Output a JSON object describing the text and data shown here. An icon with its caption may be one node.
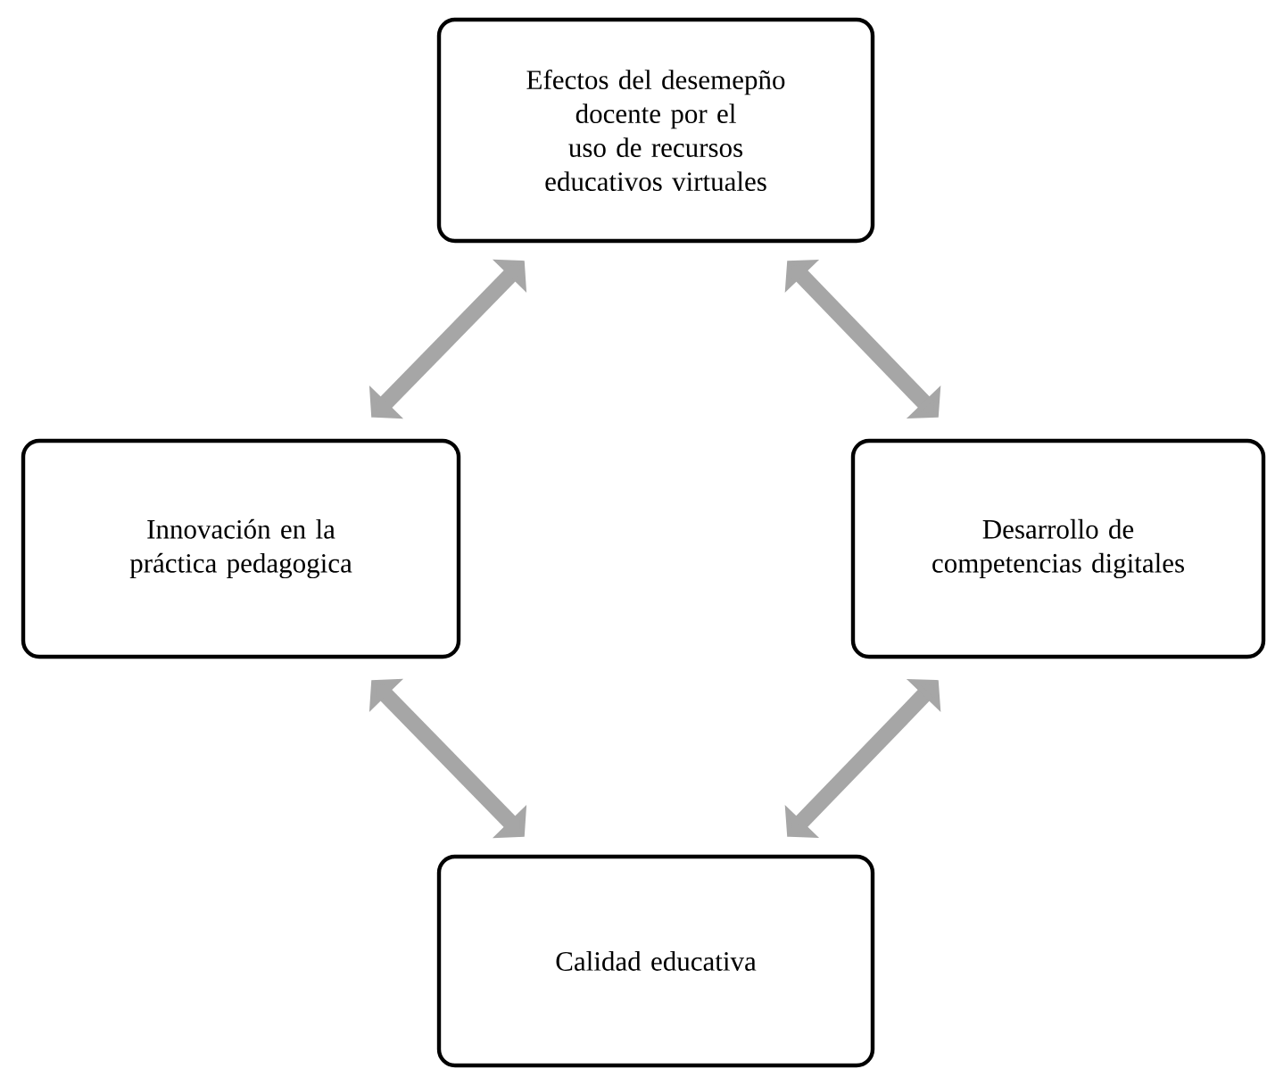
{
  "diagram": {
    "nodes": [
      {
        "text": [
          "Efectos del desemepño docente por el uso de recursos educativos virtuales"
        ]
      },
      {
        "text": [
          "Innovación en la práctica pedagogica"
        ]
      },
      {
        "text": [
          "Desarrollo de competencias digitales"
        ]
      },
      {
        "text": [
          "Calidad educativa"
        ]
      }
    ],
    "edges": [
      {
        "from": 0,
        "to": 1,
        "arrow": "both"
      },
      {
        "from": 0,
        "to": 2,
        "arrow": "both"
      },
      {
        "from": 1,
        "to": 3,
        "arrow": "both"
      },
      {
        "from": 2,
        "to": 3,
        "arrow": "both"
      }
    ]
  }
}
